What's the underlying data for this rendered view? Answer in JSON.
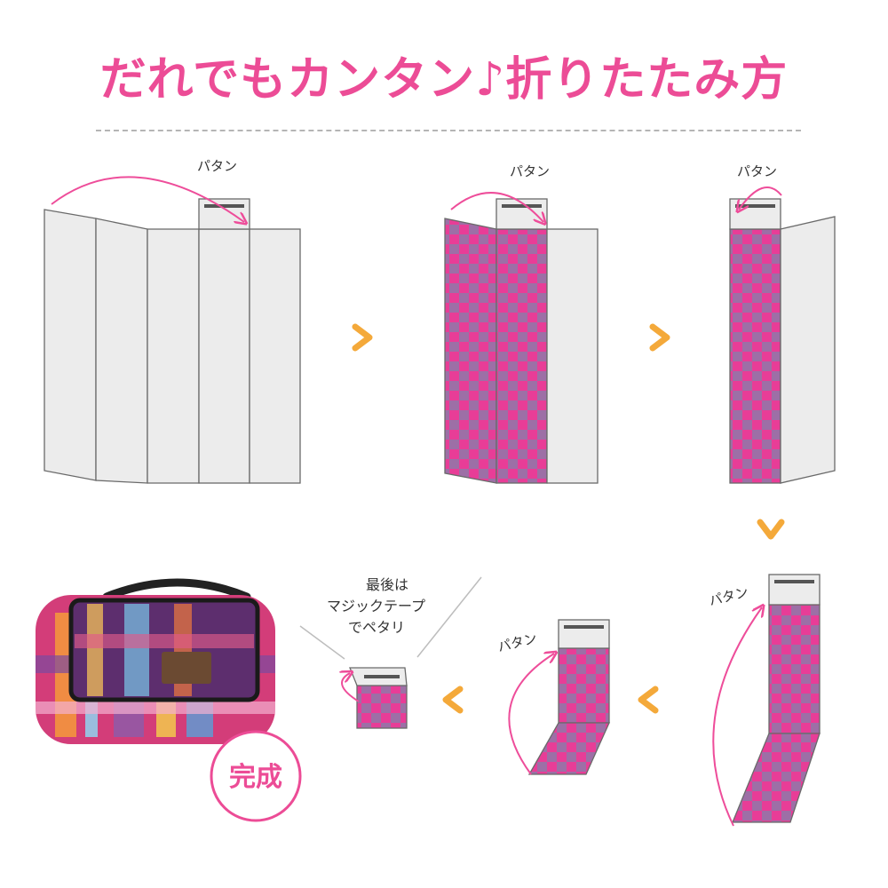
{
  "title": "だれでもカンタン♪折りたたみ方",
  "steps": {
    "flap_label": "パタン",
    "note_lines": [
      "最後は",
      "マジックテープ",
      "でペタリ"
    ],
    "done_label": "完成"
  },
  "colors": {
    "title": "#ec4c96",
    "pink": "#e83d97",
    "check_alt": "#9d6fa6",
    "panel": "#ececec",
    "panel_edge": "#6a6a6a",
    "arrow": "#f4a93a",
    "curve": "#ee4d9a"
  }
}
